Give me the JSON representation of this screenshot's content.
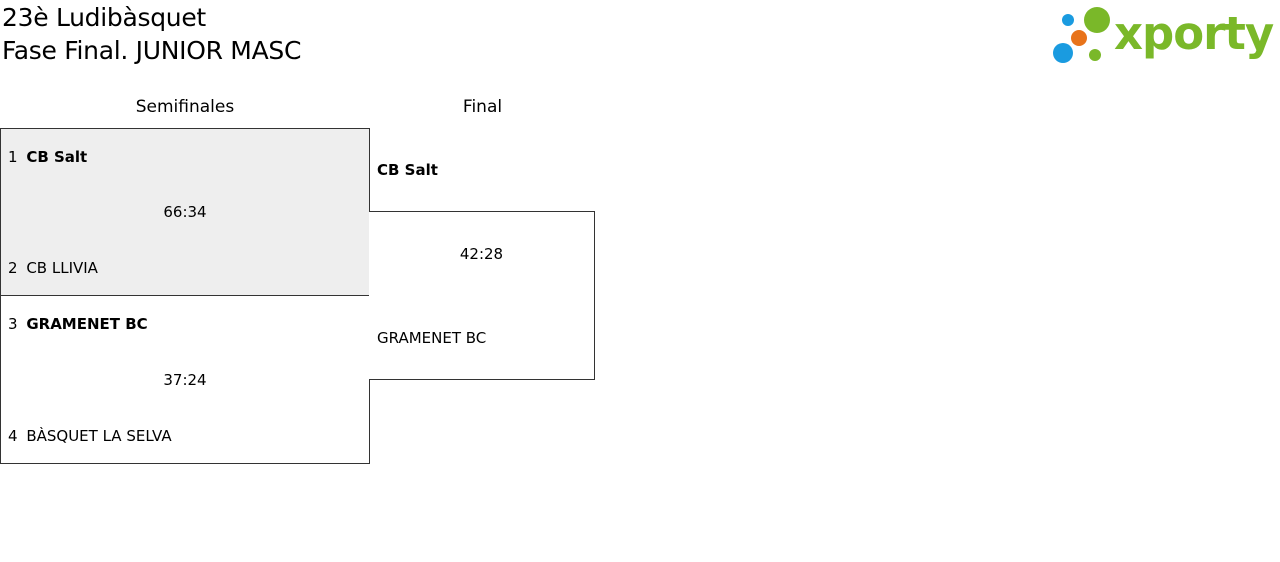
{
  "header": {
    "title_line1": "23è Ludibàsquet",
    "title_line2": "Fase Final. JUNIOR MASC"
  },
  "logo": {
    "text": "xporty",
    "colors": {
      "green": "#7ab829",
      "blue": "#1a9be0",
      "orange": "#e8731a"
    }
  },
  "rounds": [
    {
      "label": "Semifinales"
    },
    {
      "label": "Final"
    }
  ],
  "semifinals": [
    {
      "home": {
        "seed": "1",
        "name": "CB Salt",
        "winner": true
      },
      "away": {
        "seed": "2",
        "name": "CB LLIVIA",
        "winner": false
      },
      "score": "66:34",
      "highlighted": true
    },
    {
      "home": {
        "seed": "3",
        "name": "GRAMENET BC",
        "winner": true
      },
      "away": {
        "seed": "4",
        "name": "BÀSQUET LA SELVA",
        "winner": false
      },
      "score": "37:24",
      "highlighted": false
    }
  ],
  "final": {
    "home": {
      "name": "CB Salt",
      "winner": true
    },
    "away": {
      "name": "GRAMENET BC",
      "winner": false
    },
    "score": "42:28"
  },
  "colors": {
    "highlight_bg": "#eeeeee",
    "border": "#333333"
  }
}
